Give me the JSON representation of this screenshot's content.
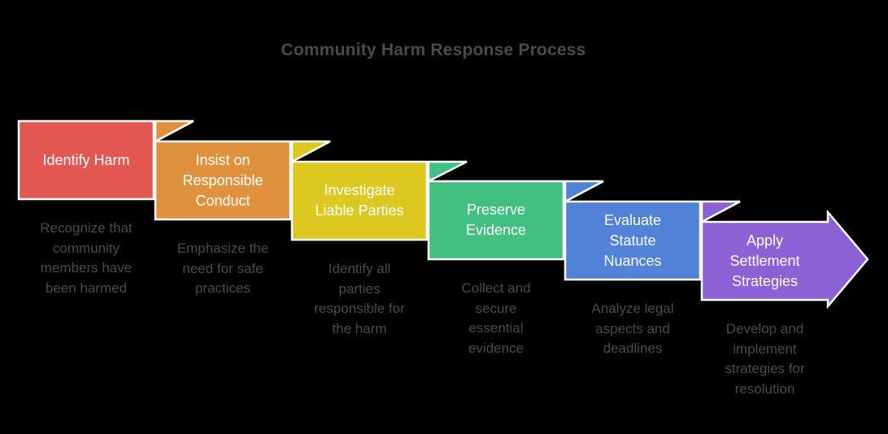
{
  "title": "Community Harm Response Process",
  "colors": {
    "background": "#000000",
    "shape_border": "#ffffff",
    "label_text": "#ffffff",
    "description_text": "#4a4a4a",
    "title_text": "#4a4a4a"
  },
  "steps": [
    {
      "label": "Identify Harm",
      "description": "Recognize that\ncommunity\nmembers have\nbeen harmed",
      "color": "#e25750"
    },
    {
      "label": "Insist on\nResponsible\nConduct",
      "description": "Emphasize the\nneed for safe\npractices",
      "color": "#e0913e"
    },
    {
      "label": "Investigate\nLiable Parties",
      "description": "Identify all\nparties\nresponsible for\nthe harm",
      "color": "#ddc821"
    },
    {
      "label": "Preserve\nEvidence",
      "description": "Collect and\nsecure\nessential\nevidence",
      "color": "#41c082"
    },
    {
      "label": "Evaluate\nStatute\nNuances",
      "description": "Analyze legal\naspects and\ndeadlines",
      "color": "#5281d8"
    },
    {
      "label": "Apply\nSettlement\nStrategies",
      "description": "Develop and\nimplement\nstrategies for\nresolution",
      "color": "#8c61d6"
    }
  ]
}
